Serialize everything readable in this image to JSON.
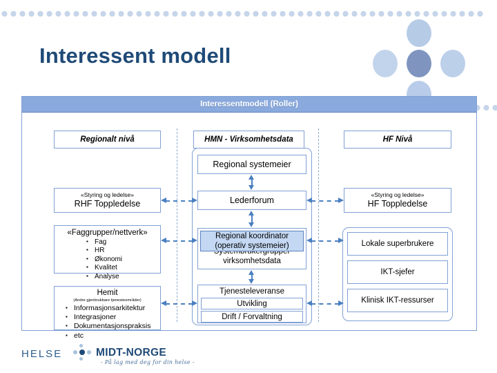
{
  "slide": {
    "title": "Interessent modell"
  },
  "diagram": {
    "header": "Interessentmodell (Roller)",
    "columns": {
      "left": {
        "header": "Regionalt nivå",
        "boxes": [
          {
            "subtitle": "«Styring og ledelse»",
            "title": "RHF Toppledelse"
          },
          {
            "title": "«Faggrupper/nettverk»",
            "bullets": [
              "Fag",
              "HR",
              "Økonomi",
              "Kvalitet",
              "Analyse"
            ]
          },
          {
            "title": "Hemit",
            "subtitle": "(Andre gjenbrukbare tjenesteområder)",
            "bullets": [
              "Informasjonsarkitektur",
              "Integrasjoner",
              "Dokumentasjonspraksis",
              "etc"
            ]
          }
        ]
      },
      "middle": {
        "header": "HMN - Virksomhetsdata",
        "boxes": [
          {
            "title": "Regional systemeier"
          },
          {
            "title": "Lederforum"
          },
          {
            "title": "Regional koordinator",
            "subtitle": "(operativ systemeier)",
            "highlighted": true
          },
          {
            "title": "Systembrukergrupper",
            "subtitle": "virksomhetsdata"
          },
          {
            "title": "Tjenesteleveranse",
            "children": [
              "Utvikling",
              "Drift / Forvaltning"
            ]
          }
        ]
      },
      "right": {
        "header": "HF Nivå",
        "boxes": [
          {
            "subtitle": "«Styring og ledelse»",
            "title": "HF Toppledelse"
          },
          {
            "title": "Lokale superbrukere"
          },
          {
            "title": "IKT-sjefer"
          },
          {
            "title": "Klinisk IKT-ressurser"
          }
        ]
      }
    }
  },
  "footer": {
    "brand_primary": "HELSE",
    "brand_secondary": "MIDT-NORGE",
    "tagline": "- På lag med deg for din helse -"
  },
  "colors": {
    "accent_blue": "#7f9fd4",
    "header_bar": "#8aaadd",
    "title_blue": "#1f4a77",
    "connector": "#4a7fc1",
    "highlight_fill": "#c4d8f3"
  }
}
